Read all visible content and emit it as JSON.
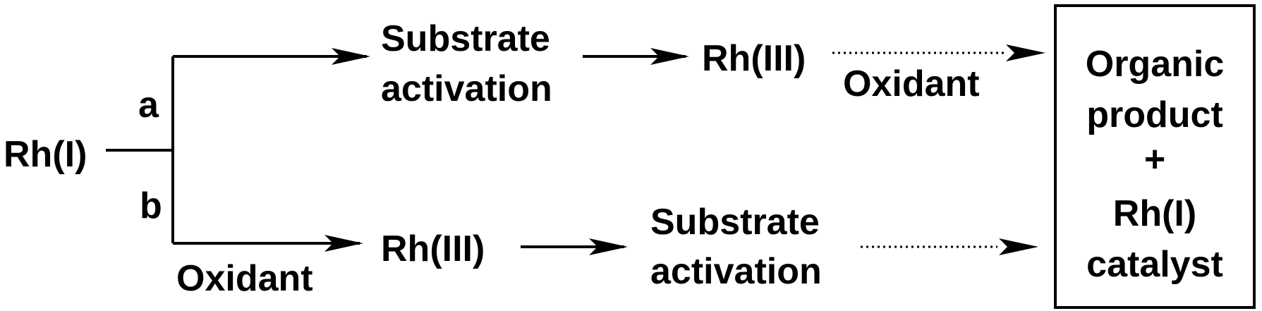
{
  "start": {
    "label": "Rh(I)"
  },
  "path_a": {
    "letter": "a",
    "step1": [
      "Substrate",
      "activation"
    ],
    "intermediate": "Rh(III)",
    "reagent": "Oxidant"
  },
  "path_b": {
    "letter": "b",
    "reagent": "Oxidant",
    "intermediate": "Rh(III)",
    "step2": [
      "Substrate",
      "activation"
    ]
  },
  "product_box": {
    "lines": [
      "Organic",
      "product",
      "+",
      "Rh(I)",
      "catalyst"
    ]
  }
}
